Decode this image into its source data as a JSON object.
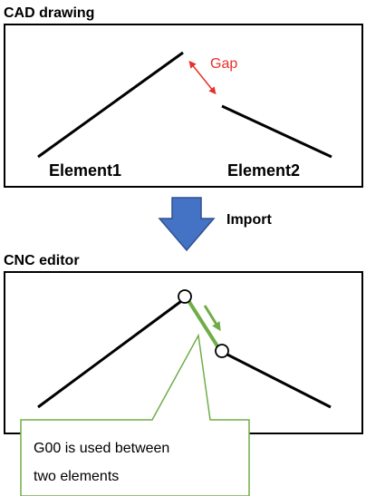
{
  "cad": {
    "title": "CAD drawing",
    "element1_label": "Element1",
    "element2_label": "Element2",
    "gap_label": "Gap",
    "gap_color": "#e8302a"
  },
  "import": {
    "label": "Import",
    "arrow_color": "#4472c4",
    "arrow_icon": "down-arrow-icon"
  },
  "cnc": {
    "title": "CNC editor",
    "callout_line1": "G00 is used between",
    "callout_line2": "two elements",
    "g00_color": "#70ad47"
  }
}
